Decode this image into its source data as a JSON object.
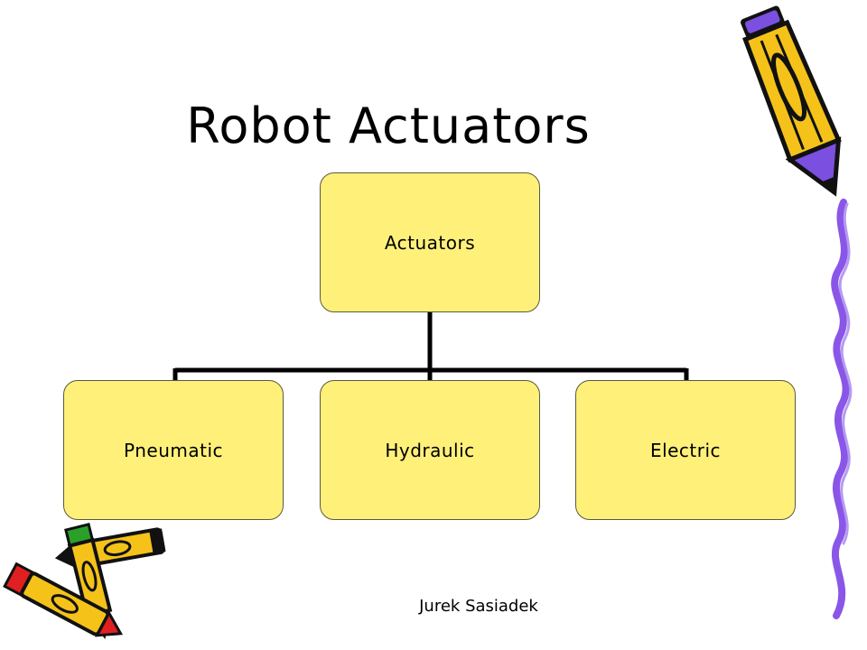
{
  "slide": {
    "title": "Robot Actuators",
    "footer": "Jurek Sasiadek"
  },
  "diagram": {
    "root": {
      "label": "Actuators"
    },
    "children": [
      {
        "label": "Pneumatic"
      },
      {
        "label": "Hydraulic"
      },
      {
        "label": "Electric"
      }
    ]
  },
  "colors": {
    "node_fill": "#fff07a",
    "node_border": "#5a5a3c",
    "pencil_body": "#f5c21a",
    "pencil_accent": "#7b4fe0",
    "pencil_tip_red": "#e02020",
    "pencil_tip_green": "#2aa02a",
    "connector": "#000000"
  },
  "icons": [
    "pencil-icon",
    "crayons-icon",
    "border-squiggle-icon"
  ]
}
